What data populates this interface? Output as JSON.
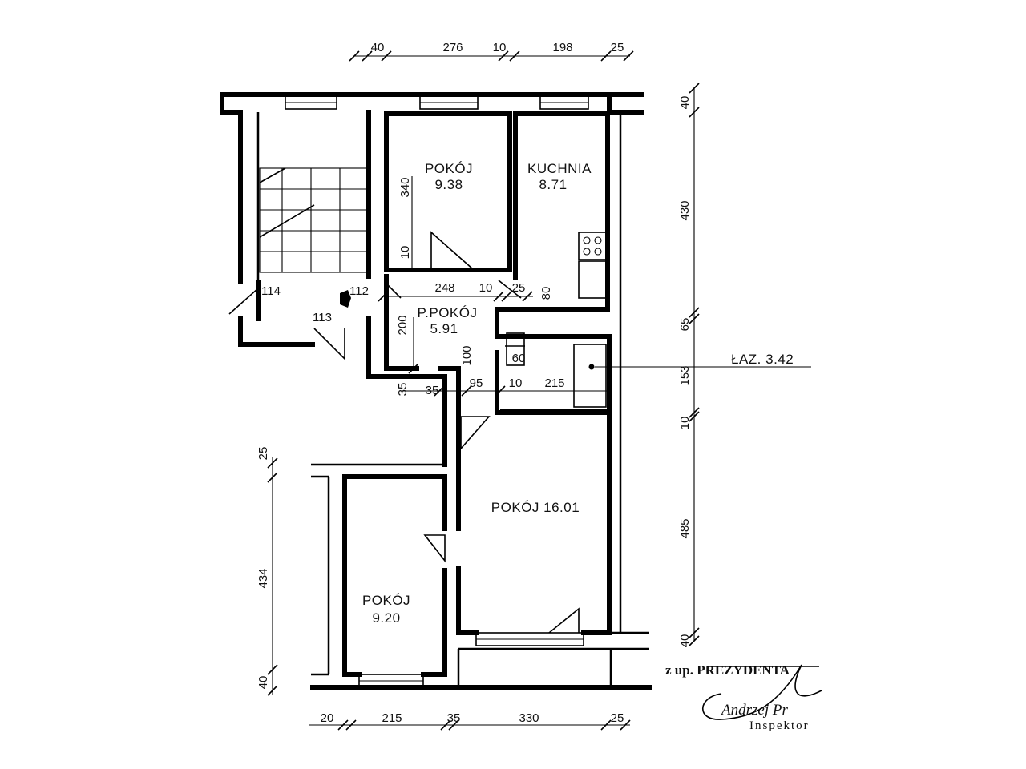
{
  "rooms": {
    "pokoj_top_name": "POKÓJ",
    "pokoj_top_area": "9.38",
    "kuchnia_name": "KUCHNIA",
    "kuchnia_area": "8.71",
    "przedpokoj_name": "P.POKÓJ",
    "przedpokoj_area": "5.91",
    "pokoj_big": "POKÓJ 16.01",
    "pokoj_bottom_name": "POKÓJ",
    "pokoj_bottom_area": "9.20",
    "lazienka": "ŁAZ. 3.42"
  },
  "dimensions": {
    "top": [
      "40",
      "276",
      "10",
      "198",
      "25"
    ],
    "bottom": [
      "20",
      "215",
      "35",
      "330",
      "25"
    ],
    "right": [
      "40",
      "430",
      "65",
      "153",
      "10",
      "485",
      "40"
    ],
    "left_lower": [
      "25",
      "434",
      "40"
    ],
    "interior": {
      "d340": "340",
      "d10a": "10",
      "d248": "248",
      "d10b": "10",
      "d25": "25",
      "d80": "80",
      "d114": "114",
      "d112": "112",
      "d113": "113",
      "d200": "200",
      "d100": "100",
      "d60": "60",
      "d35a": "35",
      "d35b": "35",
      "d95": "95",
      "d10c": "10",
      "d215": "215"
    }
  },
  "stamp": {
    "line1": "z up. PREZYDENTA",
    "signature": "Andrzej Pr",
    "title": "Inspektor"
  }
}
